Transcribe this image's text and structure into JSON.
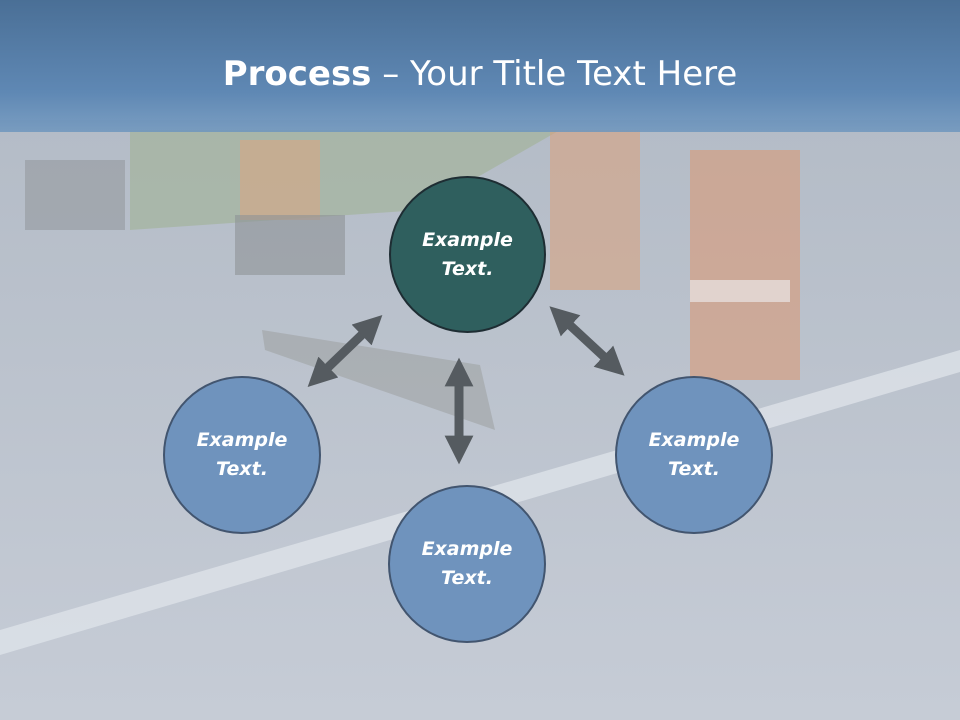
{
  "slide": {
    "title_bold": "Process",
    "title_rest": " – Your Title Text Here"
  },
  "diagram": {
    "center": {
      "line1": "Example",
      "line2": "Text."
    },
    "left": {
      "line1": "Example",
      "line2": "Text."
    },
    "right": {
      "line1": "Example",
      "line2": "Text."
    },
    "bottom": {
      "line1": "Example",
      "line2": "Text."
    }
  },
  "colors": {
    "header": "#5a82ae",
    "center_circle": "#2f5f5e",
    "outer_circles": "#6f93bd",
    "arrows": "#555b60"
  }
}
